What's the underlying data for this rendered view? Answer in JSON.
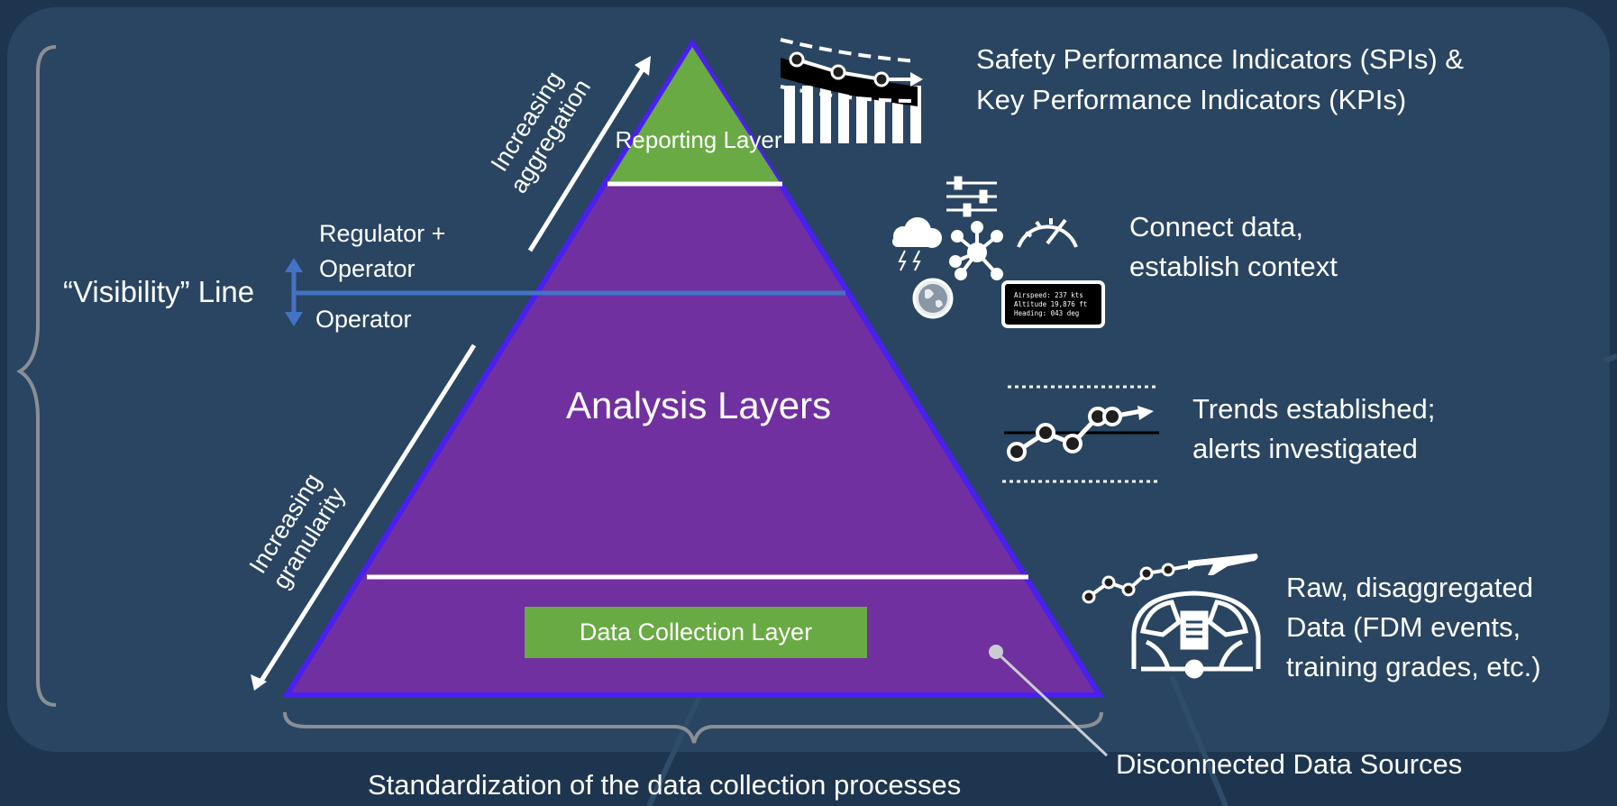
{
  "title_top": "Safety Performance Indicators (SPIs) &",
  "title_top_2": "Key Performance Indicators (KPIs)",
  "layers": {
    "reporting": "Reporting Layer",
    "analysis": "Analysis Layers",
    "collection": "Data Collection Layer"
  },
  "side": {
    "aggregation": [
      "Increasing",
      "aggregation"
    ],
    "granularity": [
      "Increasing",
      "granularity"
    ],
    "visibility_line": "“Visibility” Line",
    "above": [
      "Regulator +",
      "Operator"
    ],
    "below": "Operator"
  },
  "right": {
    "connect": [
      "Connect data,",
      "establish context"
    ],
    "trends": [
      "Trends established;",
      "alerts investigated"
    ],
    "raw": [
      "Raw, disaggregated",
      "Data (FDM events,",
      "training grades, etc.)"
    ]
  },
  "data_panel": [
    "Airspeed: 237 kts",
    "Altitude 19,876 ft",
    "Heading: 043 deg"
  ],
  "footer": "Standardization of the data collection processes",
  "disconnected": "Disconnected Data Sources",
  "icons": [
    "bar-chart-icon",
    "sliders-icon",
    "cloud-storm-icon",
    "network-hub-icon",
    "gauge-icon",
    "globe-icon",
    "trend-line-icon",
    "airplane-trend-icon",
    "cockpit-icon"
  ],
  "colors": {
    "background": "#1e3550",
    "panel": "#294561",
    "pyramid_fill": "#7030a0",
    "pyramid_edge": "#4a1ff0",
    "green": "#6aaa45",
    "visibility_line": "#4472c4",
    "bracket": "#8a8f96"
  }
}
